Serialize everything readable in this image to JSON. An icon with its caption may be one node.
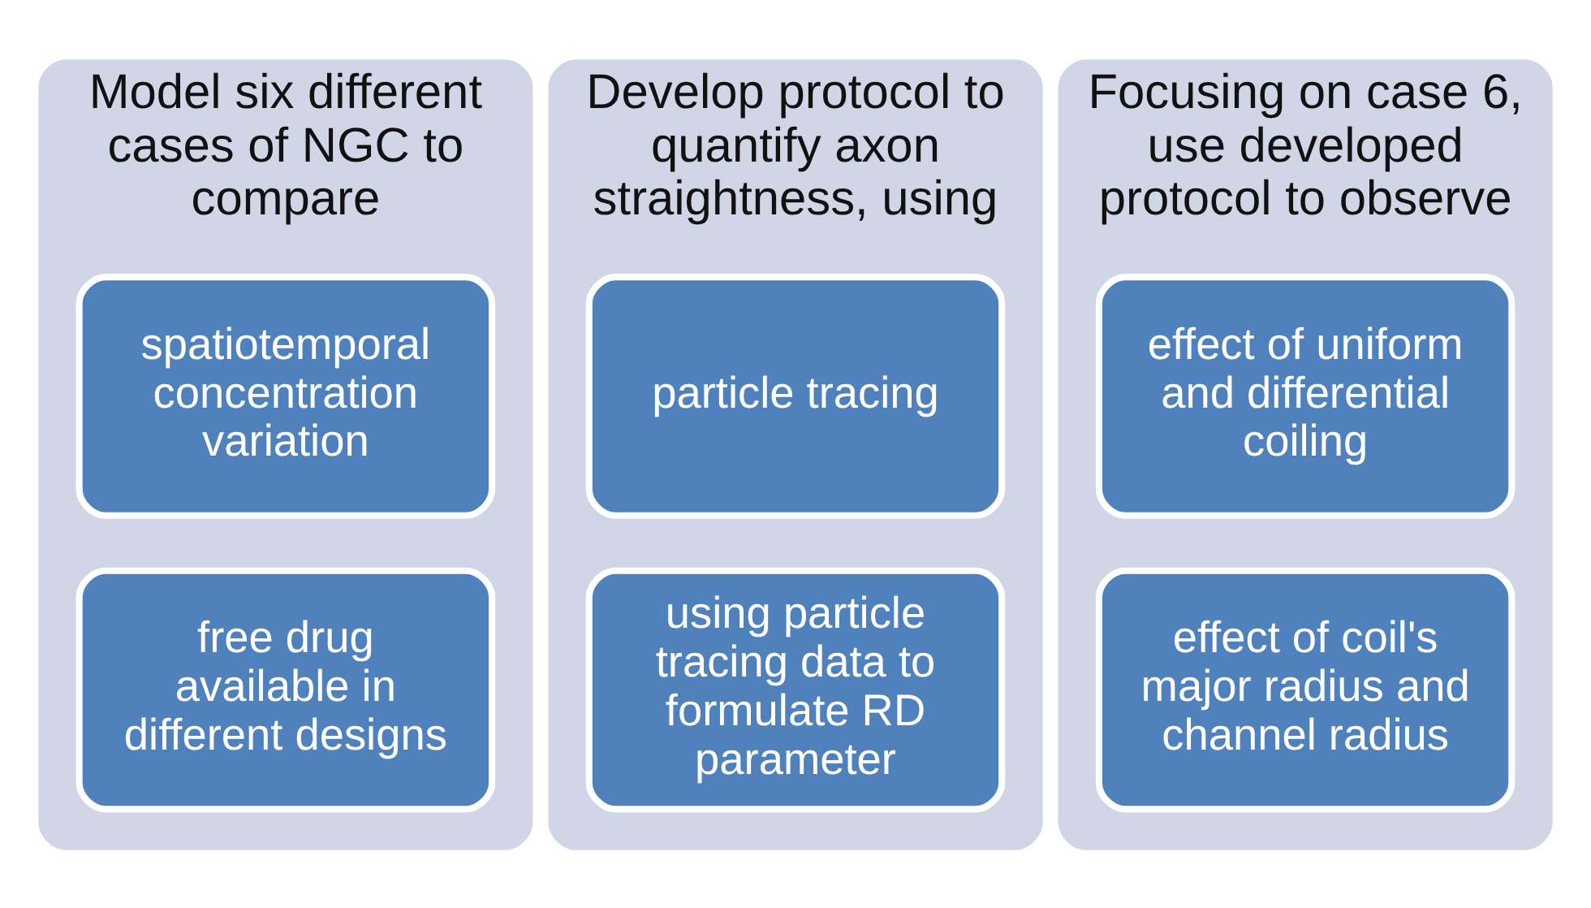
{
  "diagram": {
    "nodes": [
      {
        "text": [
          "Model six different cases of NGC to compare"
        ]
      },
      {
        "text": [
          "spatiotemporal concentration variation"
        ],
        "in": 0
      },
      {
        "text": [
          "free drug available in different designs"
        ],
        "in": 0
      },
      {
        "text": [
          "Develop protocol to quantify axon straightness, using"
        ]
      },
      {
        "text": [
          "particle tracing"
        ],
        "in": 3
      },
      {
        "text": [
          "using particle tracing data to formulate RD parameter"
        ],
        "in": 3
      },
      {
        "text": [
          "Focusing on case 6, use developed protocol to observe"
        ]
      },
      {
        "text": [
          "effect of uniform and differential coiling"
        ],
        "in": 6
      },
      {
        "text": [
          "effect of coil's major radius and channel radius"
        ],
        "in": 6
      }
    ]
  }
}
